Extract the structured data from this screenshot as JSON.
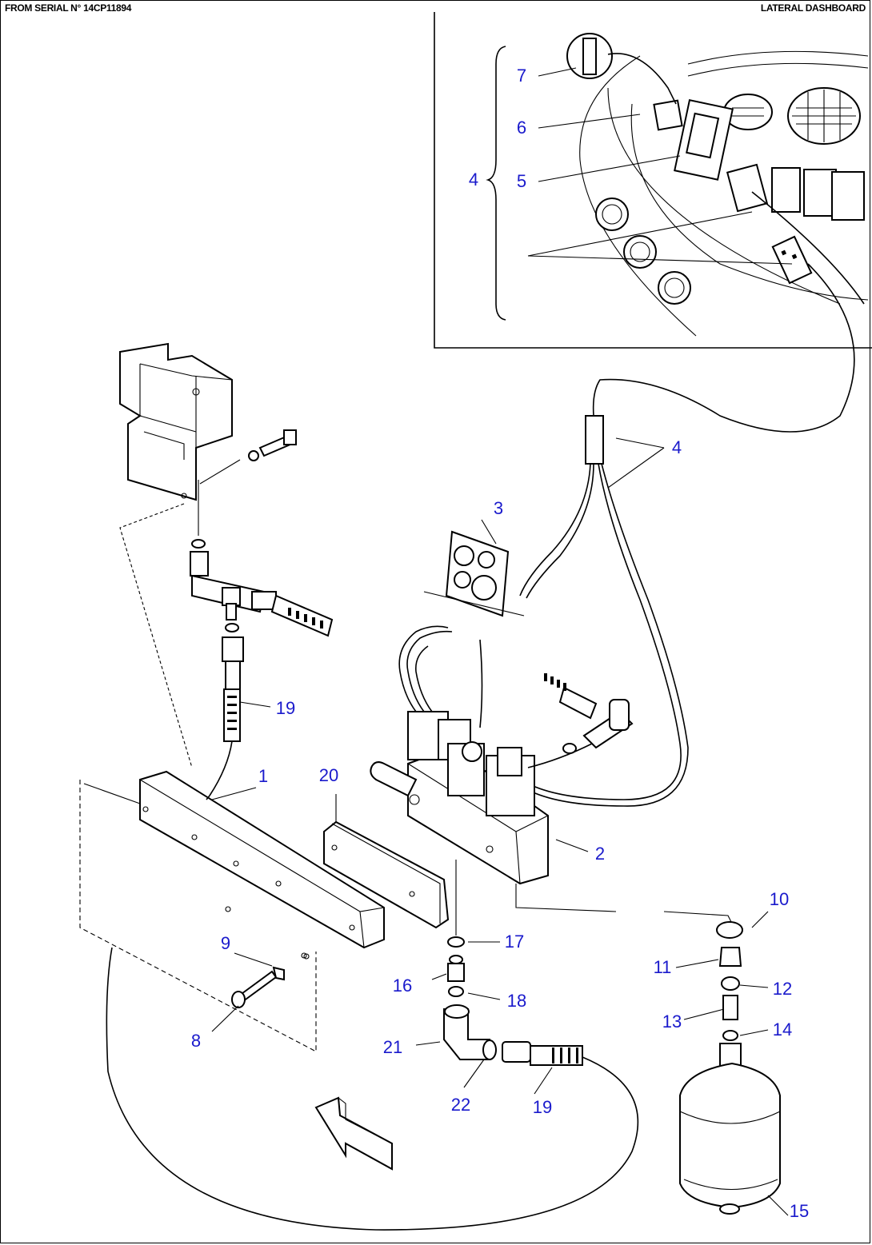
{
  "header": {
    "left": "FROM SERIAL N° 14CP11894",
    "right": "LATERAL DASHBOARD"
  },
  "callouts": [
    {
      "id": "c7",
      "text": "7"
    },
    {
      "id": "c6",
      "text": "6"
    },
    {
      "id": "c4a",
      "text": "4"
    },
    {
      "id": "c5",
      "text": "5"
    },
    {
      "id": "c4b",
      "text": "4"
    },
    {
      "id": "c3",
      "text": "3"
    },
    {
      "id": "c19a",
      "text": "19"
    },
    {
      "id": "c1",
      "text": "1"
    },
    {
      "id": "c20",
      "text": "20"
    },
    {
      "id": "c2",
      "text": "2"
    },
    {
      "id": "c10",
      "text": "10"
    },
    {
      "id": "c9",
      "text": "9"
    },
    {
      "id": "c17",
      "text": "17"
    },
    {
      "id": "c11",
      "text": "11"
    },
    {
      "id": "c12",
      "text": "12"
    },
    {
      "id": "c16",
      "text": "16"
    },
    {
      "id": "c18",
      "text": "18"
    },
    {
      "id": "c13",
      "text": "13"
    },
    {
      "id": "c14",
      "text": "14"
    },
    {
      "id": "c8",
      "text": "8"
    },
    {
      "id": "c21",
      "text": "21"
    },
    {
      "id": "c22",
      "text": "22"
    },
    {
      "id": "c19b",
      "text": "19"
    },
    {
      "id": "c15",
      "text": "15"
    }
  ]
}
